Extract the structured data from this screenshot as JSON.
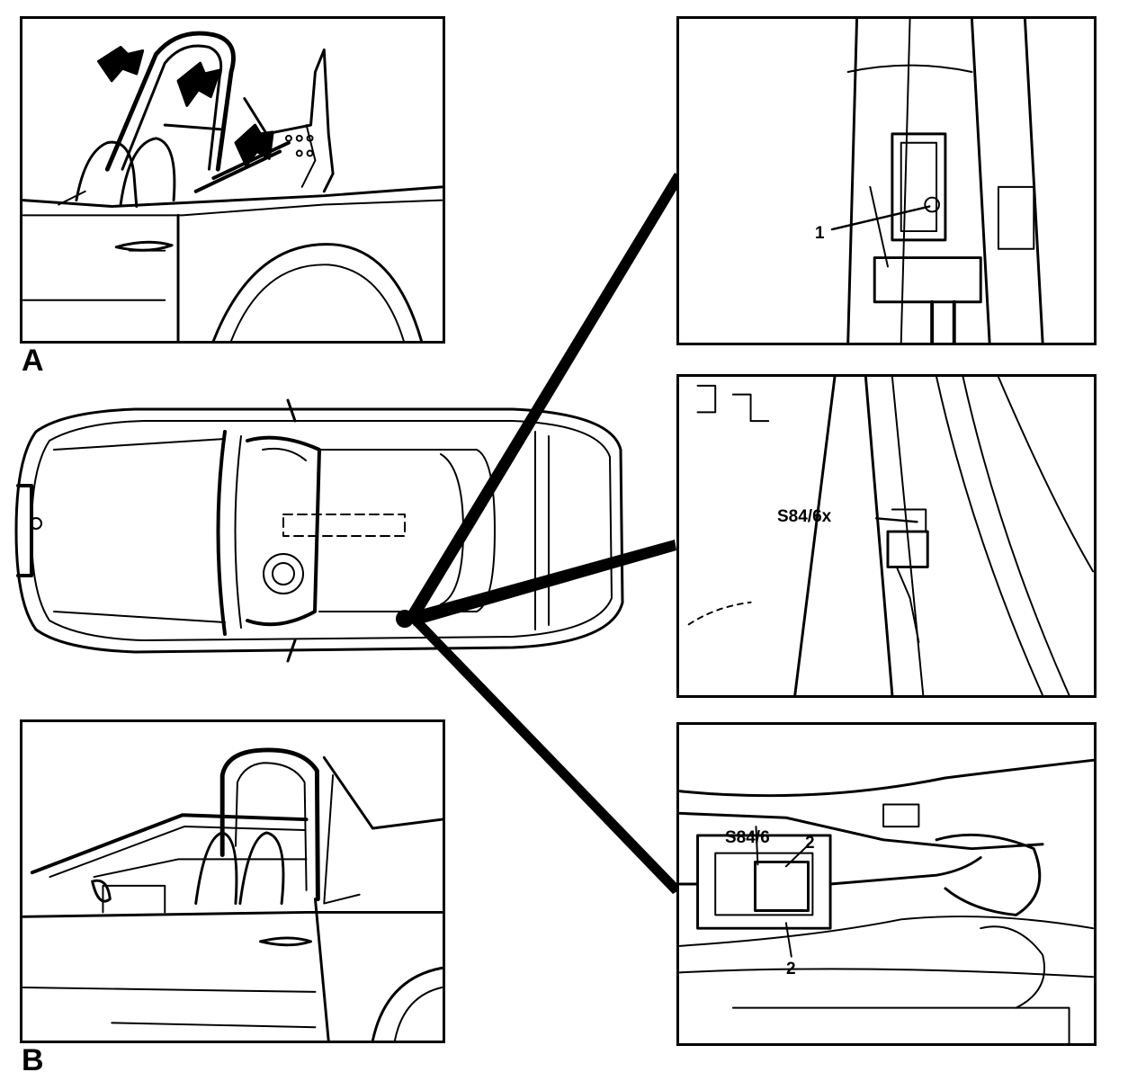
{
  "panels": {
    "a": {
      "letter": "A"
    },
    "b": {
      "letter": "B"
    },
    "detail_top": {
      "callout": "1"
    },
    "detail_middle": {
      "callout": "S84/6x"
    },
    "detail_bottom": {
      "callout_main": "S84/6",
      "callout_2a": "2",
      "callout_2b": "2"
    }
  },
  "colors": {
    "ink": "#000000",
    "paper": "#ffffff"
  }
}
